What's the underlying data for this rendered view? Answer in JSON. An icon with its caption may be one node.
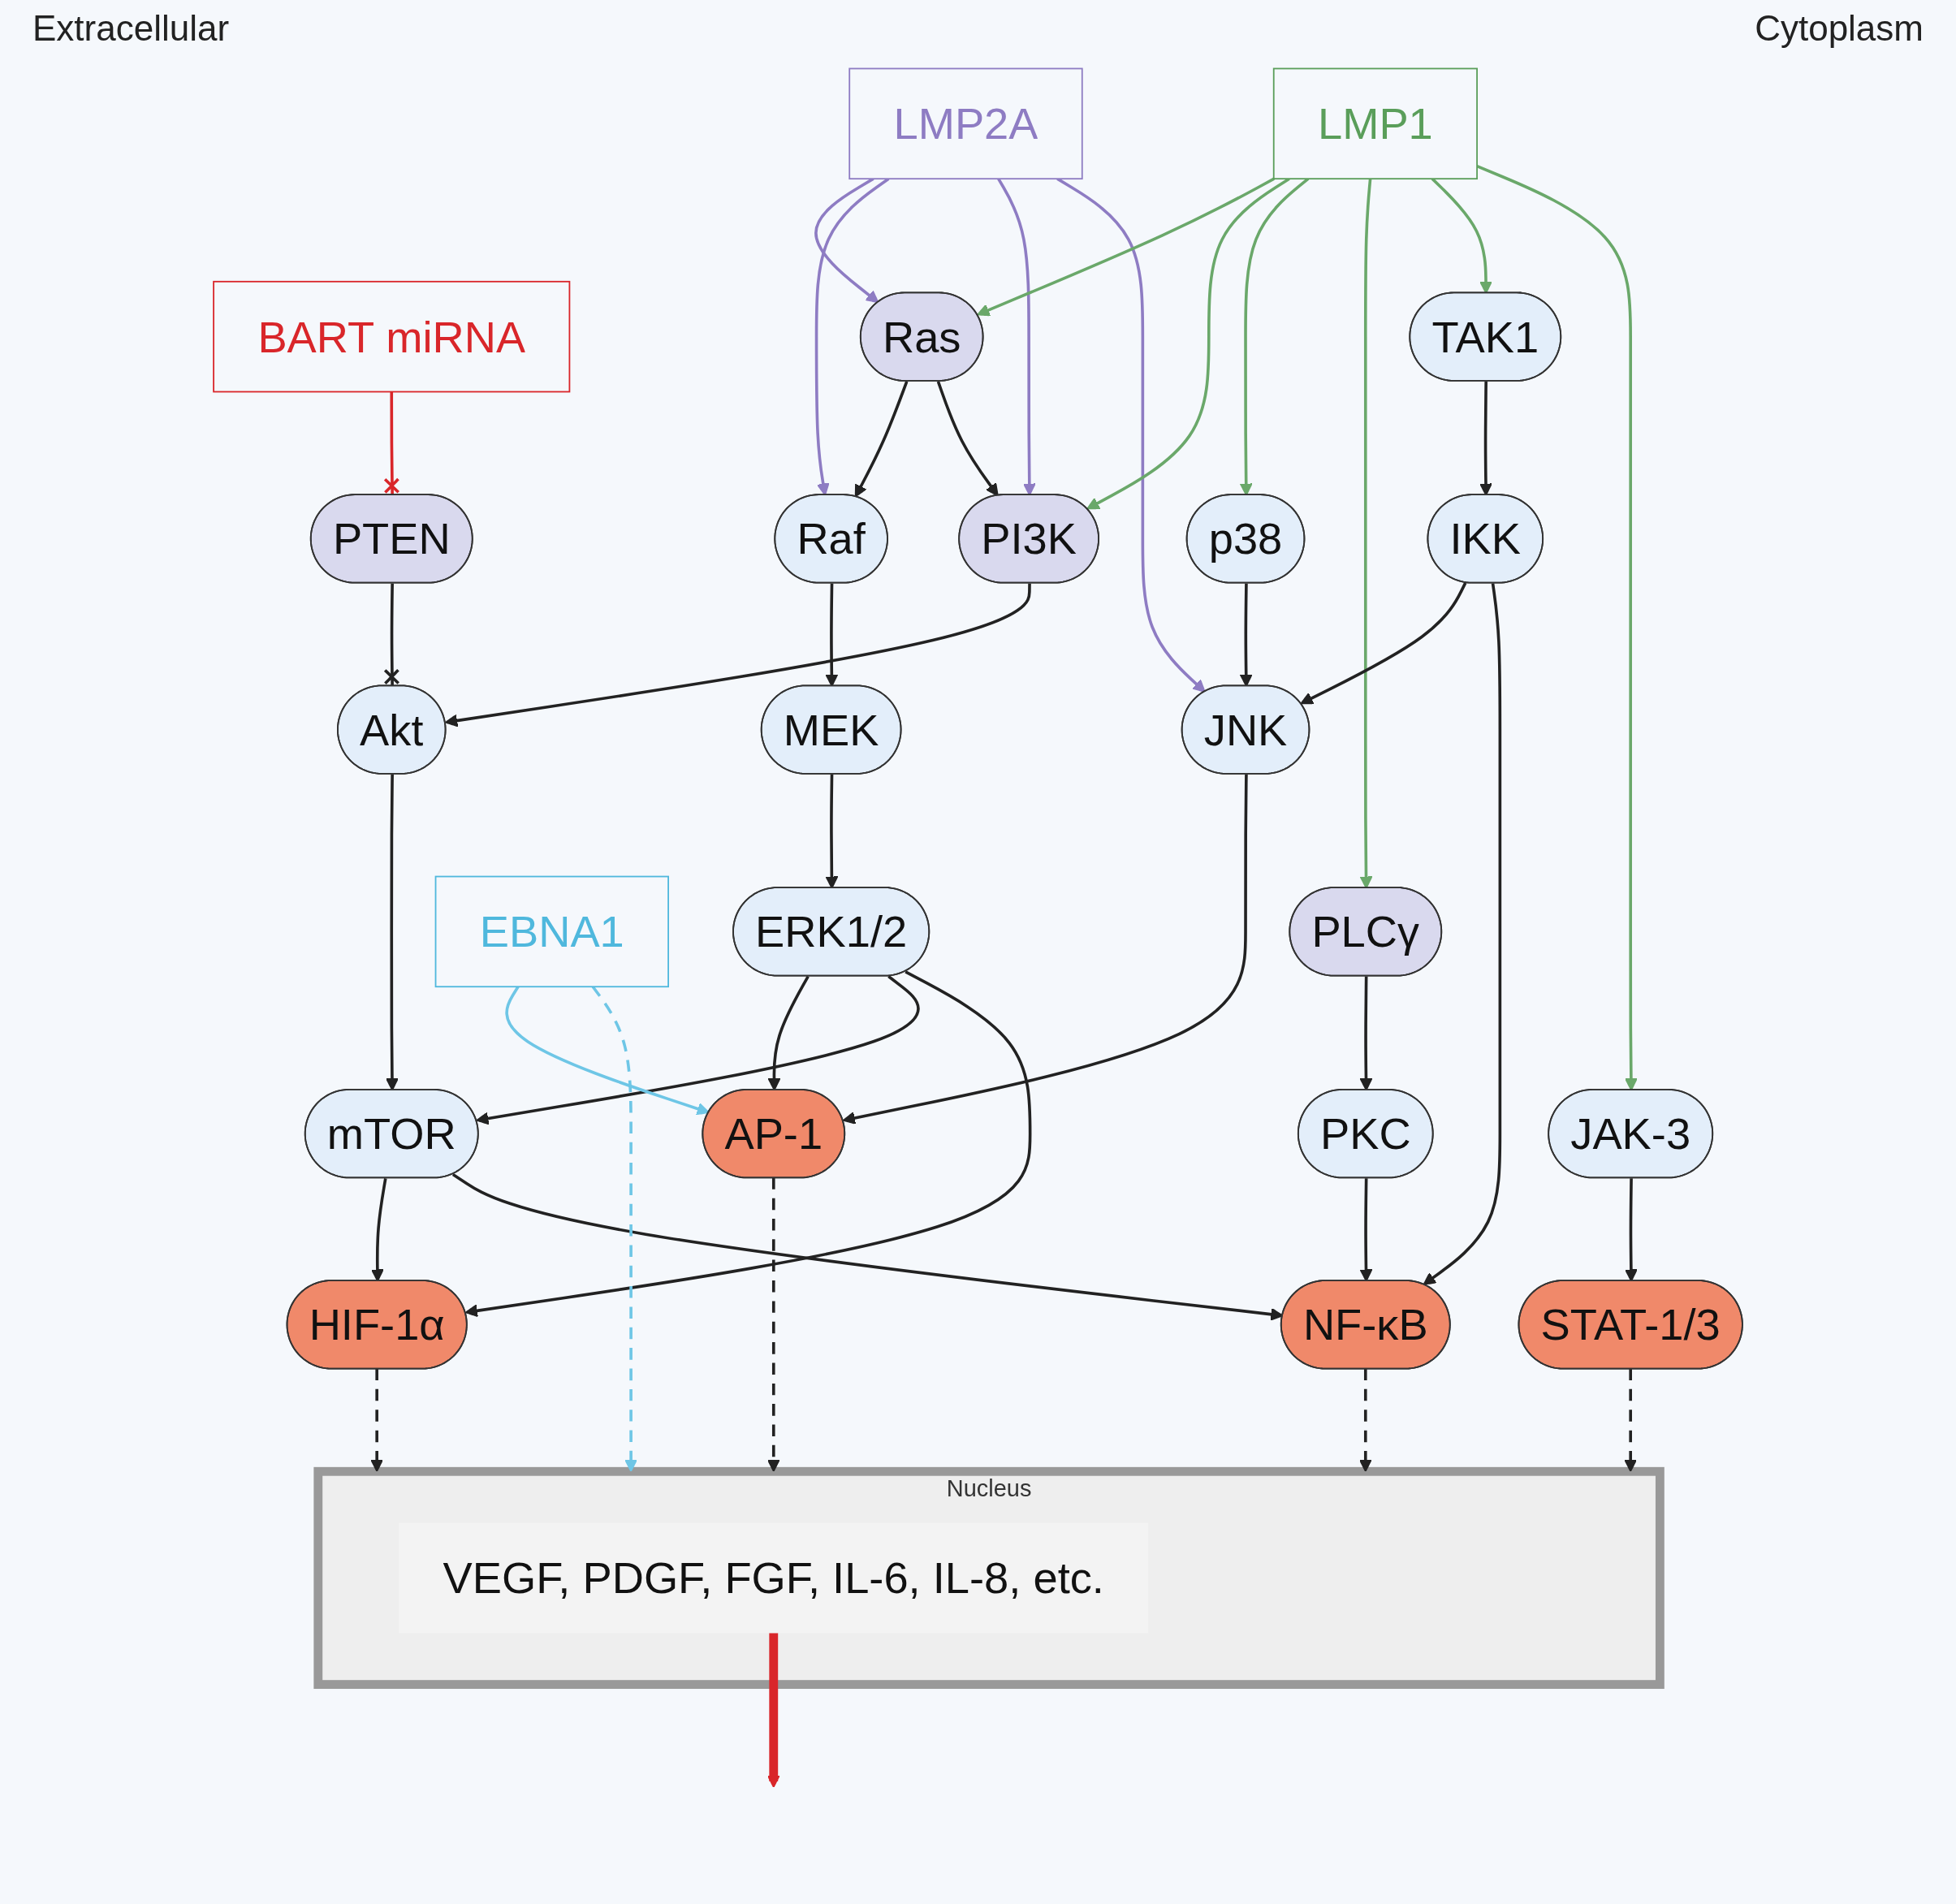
{
  "diagram": {
    "nodes": [
      {
        "text": [
          "LMP2A"
        ]
      },
      {
        "text": [
          "LMP1"
        ]
      },
      {
        "text": [
          "Ras"
        ]
      },
      {
        "text": [
          "Raf"
        ]
      },
      {
        "text": [
          "MEK"
        ]
      },
      {
        "text": [
          "ERK1/2"
        ]
      },
      {
        "text": [
          "PI3K"
        ]
      },
      {
        "text": [
          "PTEN"
        ]
      },
      {
        "text": [
          "Akt"
        ]
      },
      {
        "text": [
          "mTOR"
        ]
      },
      {
        "text": [
          "HIF-1α"
        ]
      },
      {
        "text": [
          "BART miRNA"
        ]
      },
      {
        "text": [
          "EBNA1"
        ]
      },
      {
        "text": [
          "AP-1"
        ]
      },
      {
        "text": [
          "p38"
        ]
      },
      {
        "text": [
          "JNK"
        ]
      },
      {
        "text": [
          "PLCγ"
        ]
      },
      {
        "text": [
          "PKC"
        ]
      },
      {
        "text": [
          "TAK1"
        ]
      },
      {
        "text": [
          "JAK-3"
        ]
      },
      {
        "text": [
          "STAT-1/3"
        ]
      },
      {
        "text": [
          "NF-κB"
        ]
      },
      {
        "text": [
          "IKK"
        ]
      },
      {
        "text": [
          "Nucleus"
        ]
      },
      {
        "text": [
          "VEGF, PDGF, FGF, IL-6, IL-8, etc."
        ],
        "in": 23
      }
    ],
    "edges": [
      {
        "from": 0,
        "to": 2,
        "arrow": "to",
        "color": "#8e7cc3"
      },
      {
        "from": 0,
        "to": 3,
        "arrow": "to",
        "color": "#8e7cc3"
      },
      {
        "from": 0,
        "to": 6,
        "arrow": "to",
        "color": "#8e7cc3"
      },
      {
        "from": 0,
        "to": 15,
        "arrow": "to",
        "color": "#8e7cc3"
      },
      {
        "from": 1,
        "to": 2,
        "arrow": "to",
        "color": "#6aa86a"
      },
      {
        "from": 1,
        "to": 6,
        "arrow": "to",
        "color": "#6aa86a"
      },
      {
        "from": 1,
        "to": 14,
        "arrow": "to",
        "color": "#6aa86a"
      },
      {
        "from": 1,
        "to": 16,
        "arrow": "to",
        "color": "#6aa86a"
      },
      {
        "from": 1,
        "to": 18,
        "arrow": "to",
        "color": "#6aa86a"
      },
      {
        "from": 1,
        "to": 19,
        "arrow": "to",
        "color": "#6aa86a"
      },
      {
        "from": 2,
        "to": 3,
        "arrow": "to"
      },
      {
        "from": 2,
        "to": 6,
        "arrow": "to"
      },
      {
        "from": 3,
        "to": 4,
        "arrow": "to"
      },
      {
        "from": 4,
        "to": 5,
        "arrow": "to"
      },
      {
        "from": 6,
        "to": 8,
        "arrow": "to"
      },
      {
        "from": 7,
        "to": 8,
        "arrow": "other"
      },
      {
        "from": 11,
        "to": 7,
        "arrow": "other",
        "color": "#d9262a"
      },
      {
        "from": 8,
        "to": 9,
        "arrow": "to"
      },
      {
        "from": 9,
        "to": 10,
        "arrow": "to"
      },
      {
        "from": 9,
        "to": 21,
        "arrow": "to"
      },
      {
        "from": 5,
        "to": 13,
        "arrow": "to"
      },
      {
        "from": 5,
        "to": 9,
        "arrow": "to"
      },
      {
        "from": 5,
        "to": 10,
        "arrow": "to"
      },
      {
        "from": 12,
        "to": 13,
        "arrow": "to",
        "color": "#6ec6e6"
      },
      {
        "from": 12,
        "to": 23,
        "arrow": "to",
        "style": "dashed",
        "color": "#6ec6e6"
      },
      {
        "from": 14,
        "to": 15,
        "arrow": "to"
      },
      {
        "from": 15,
        "to": 13,
        "arrow": "to"
      },
      {
        "from": 16,
        "to": 17,
        "arrow": "to"
      },
      {
        "from": 17,
        "to": 21,
        "arrow": "to"
      },
      {
        "from": 18,
        "to": 22,
        "arrow": "to"
      },
      {
        "from": 22,
        "to": 15,
        "arrow": "to"
      },
      {
        "from": 22,
        "to": 21,
        "arrow": "to"
      },
      {
        "from": 19,
        "to": 20,
        "arrow": "to"
      },
      {
        "from": 13,
        "to": 23,
        "arrow": "to",
        "style": "dashed"
      },
      {
        "from": 21,
        "to": 23,
        "arrow": "to",
        "style": "dashed"
      },
      {
        "from": 20,
        "to": 23,
        "arrow": "to",
        "style": "dashed"
      },
      {
        "from": 10,
        "to": 23,
        "arrow": "to",
        "style": "dashed"
      },
      {
        "from": 24,
        "to": null,
        "arrow": "to",
        "style": "thick",
        "color": "#d9262a"
      }
    ],
    "labels": [
      "Extracellular",
      "Cytoplasm"
    ]
  }
}
